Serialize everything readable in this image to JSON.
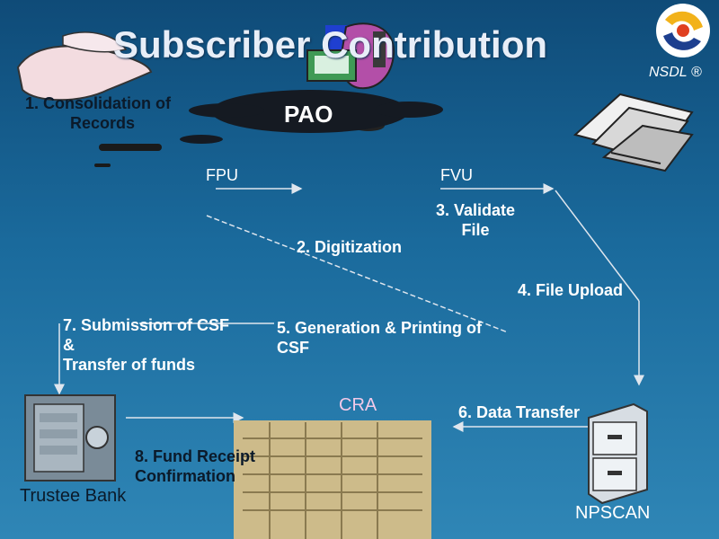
{
  "title": "Subscriber Contribution",
  "logo": {
    "text": "NSDL ®",
    "colors": [
      "#f2b21a",
      "#1d3f8f",
      "#e04020"
    ]
  },
  "nodes": {
    "pao": "PAO",
    "fpu": "FPU",
    "fvu": "FVU",
    "cra": "CRA",
    "npscan": "NPSCAN",
    "trustee_bank": "Trustee Bank"
  },
  "steps": {
    "s1": [
      "1. Consolidation of",
      "Records"
    ],
    "s2": "2. Digitization",
    "s3": [
      "3. Validate",
      "File"
    ],
    "s4": "4. File Upload",
    "s5": [
      "5. Generation & Printing of",
      "CSF"
    ],
    "s6": "6. Data Transfer",
    "s7": [
      "7. Submission of CSF",
      "&",
      "Transfer of funds"
    ],
    "s8": [
      "8. Fund Receipt",
      "Confirmation"
    ]
  },
  "colors": {
    "background_top": "#0f4b78",
    "background_bottom": "#2f86b6",
    "arrow": "#dfe6ee",
    "pao_cloud": "#151a22",
    "cra_text": "#f2c9e8"
  }
}
